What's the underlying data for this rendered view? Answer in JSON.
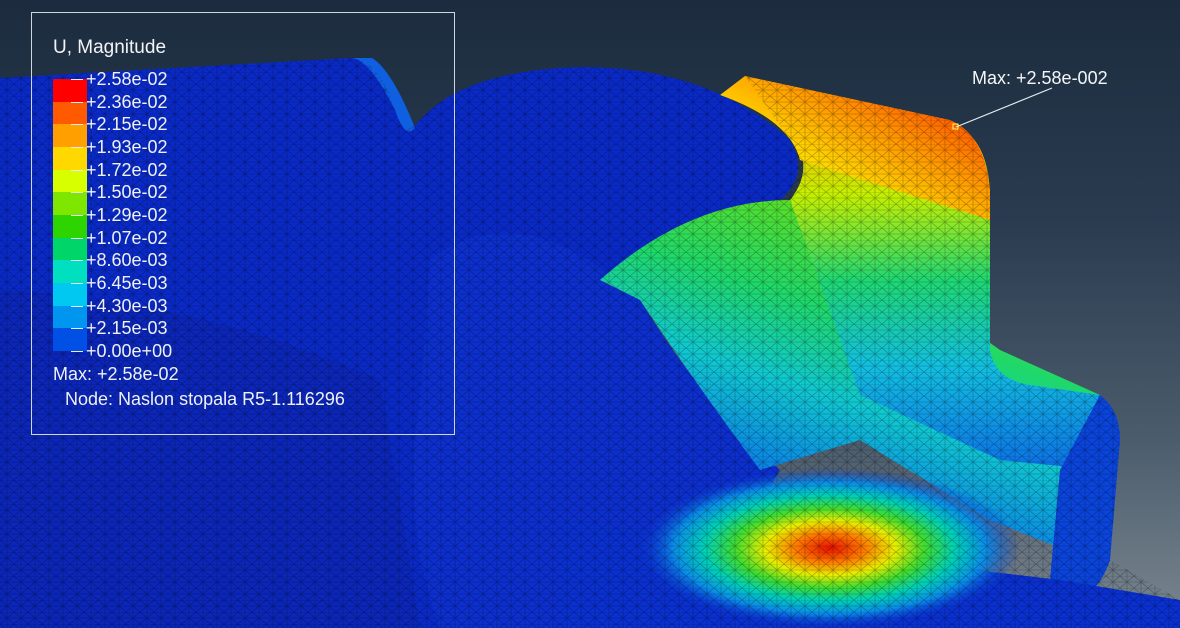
{
  "legend": {
    "title": "U, Magnitude",
    "levels": [
      "+2.58e-02",
      "+2.36e-02",
      "+2.15e-02",
      "+1.93e-02",
      "+1.72e-02",
      "+1.50e-02",
      "+1.29e-02",
      "+1.07e-02",
      "+8.60e-03",
      "+6.45e-03",
      "+4.30e-03",
      "+2.15e-03",
      "+0.00e+00"
    ],
    "colors": [
      "#ff0000",
      "#ff5a00",
      "#ffa000",
      "#ffd800",
      "#d8ff00",
      "#7fe600",
      "#2ed400",
      "#00d56a",
      "#00e0c0",
      "#00c8f0",
      "#0096f0",
      "#0050e6",
      "#0000c8"
    ],
    "max_text": "Max: +2.58e-02",
    "node_text": "Node: Naslon stopala R5-1.116296"
  },
  "callout": {
    "text": "Max: +2.58e-002"
  }
}
